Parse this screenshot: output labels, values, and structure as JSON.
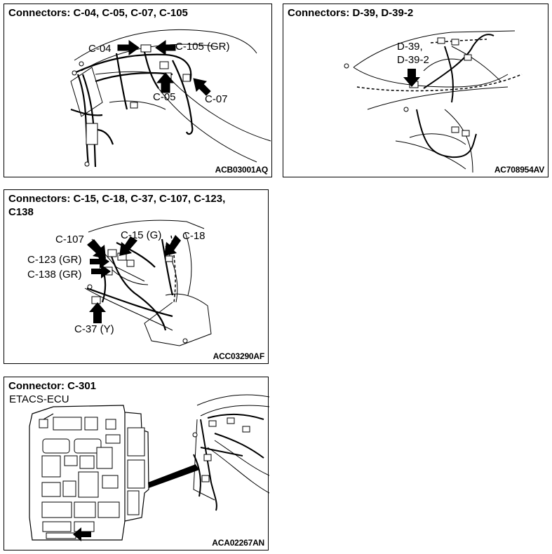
{
  "panels": {
    "p1": {
      "title": "Connectors: C-04, C-05, C-07, C-105",
      "code": "ACB03001AQ",
      "labels": {
        "c04": "C-04",
        "c105": "C-105 (GR)",
        "c05": "C-05",
        "c07": "C-07"
      }
    },
    "p2": {
      "title": "Connectors: D-39, D-39-2",
      "code": "AC708954AV",
      "labels": {
        "d39": "D-39,",
        "d392": "D-39-2"
      }
    },
    "p3": {
      "title_line1": "Connectors: C-15, C-18, C-37, C-107, C-123,",
      "title_line2": "C138",
      "code": "ACC03290AF",
      "labels": {
        "c107": "C-107",
        "c15": "C-15 (G)",
        "c18": "C-18",
        "c123": "C-123 (GR)",
        "c138": "C-138 (GR)",
        "c37": "C-37 (Y)"
      }
    },
    "p4": {
      "title": "Connector: C-301",
      "subtitle": "ETACS-ECU",
      "code": "ACA02267AN"
    }
  }
}
